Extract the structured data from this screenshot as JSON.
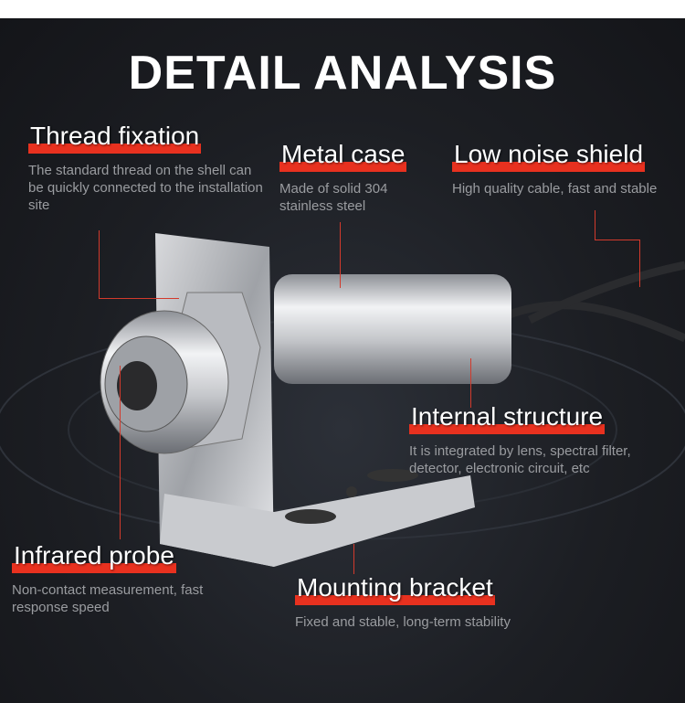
{
  "title": "DETAIL ANALYSIS",
  "features": [
    {
      "title": "Thread fixation",
      "desc": "The standard thread on the shell can be quickly connected to the installation site"
    },
    {
      "title": "Metal case",
      "desc": "Made of solid 304 stainless steel"
    },
    {
      "title": "Low noise shield",
      "desc": "High quality cable, fast and stable"
    },
    {
      "title": "Internal structure",
      "desc": "It is integrated by lens, spectral filter, detector, electronic circuit, etc"
    },
    {
      "title": "Infrared probe",
      "desc": "Non-contact measurement, fast response speed"
    },
    {
      "title": "Mounting bracket",
      "desc": "Fixed and stable, long-term stability"
    }
  ],
  "colors": {
    "accent": "#e8311f",
    "background": "#1c1e23"
  }
}
